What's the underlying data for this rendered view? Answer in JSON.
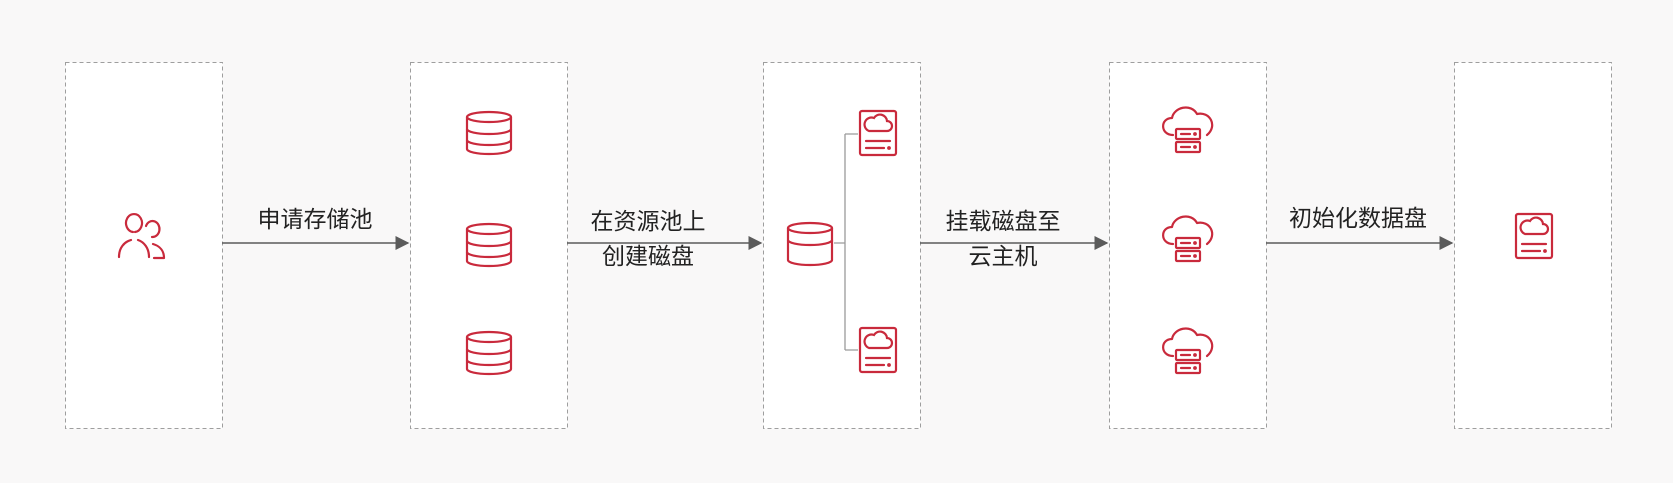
{
  "steps": [
    {
      "label_lines": [
        "申请存储池"
      ]
    },
    {
      "label_lines": [
        "在资源池上",
        "创建磁盘"
      ]
    },
    {
      "label_lines": [
        "挂载磁盘至",
        "云主机"
      ]
    },
    {
      "label_lines": [
        "初始化数据盘"
      ]
    }
  ],
  "stages": [
    {
      "name": "user",
      "icons": [
        "users-icon"
      ]
    },
    {
      "name": "storage-pool",
      "icons": [
        "database-icon",
        "database-icon",
        "database-icon"
      ]
    },
    {
      "name": "resource-pool",
      "icons": [
        "database-icon",
        "cloud-disk-icon",
        "cloud-disk-icon"
      ]
    },
    {
      "name": "cloud-host",
      "icons": [
        "cloud-server-icon",
        "cloud-server-icon",
        "cloud-server-icon"
      ]
    },
    {
      "name": "data-disk",
      "icons": [
        "cloud-disk-icon"
      ]
    }
  ],
  "colors": {
    "accent": "#c92a3c",
    "box_border": "#9e9e9e",
    "box_fill": "#ffffff",
    "arrow": "#5b5b5b",
    "connector": "#9a9a9a",
    "text": "#222222",
    "background": "#f9f8f8"
  }
}
